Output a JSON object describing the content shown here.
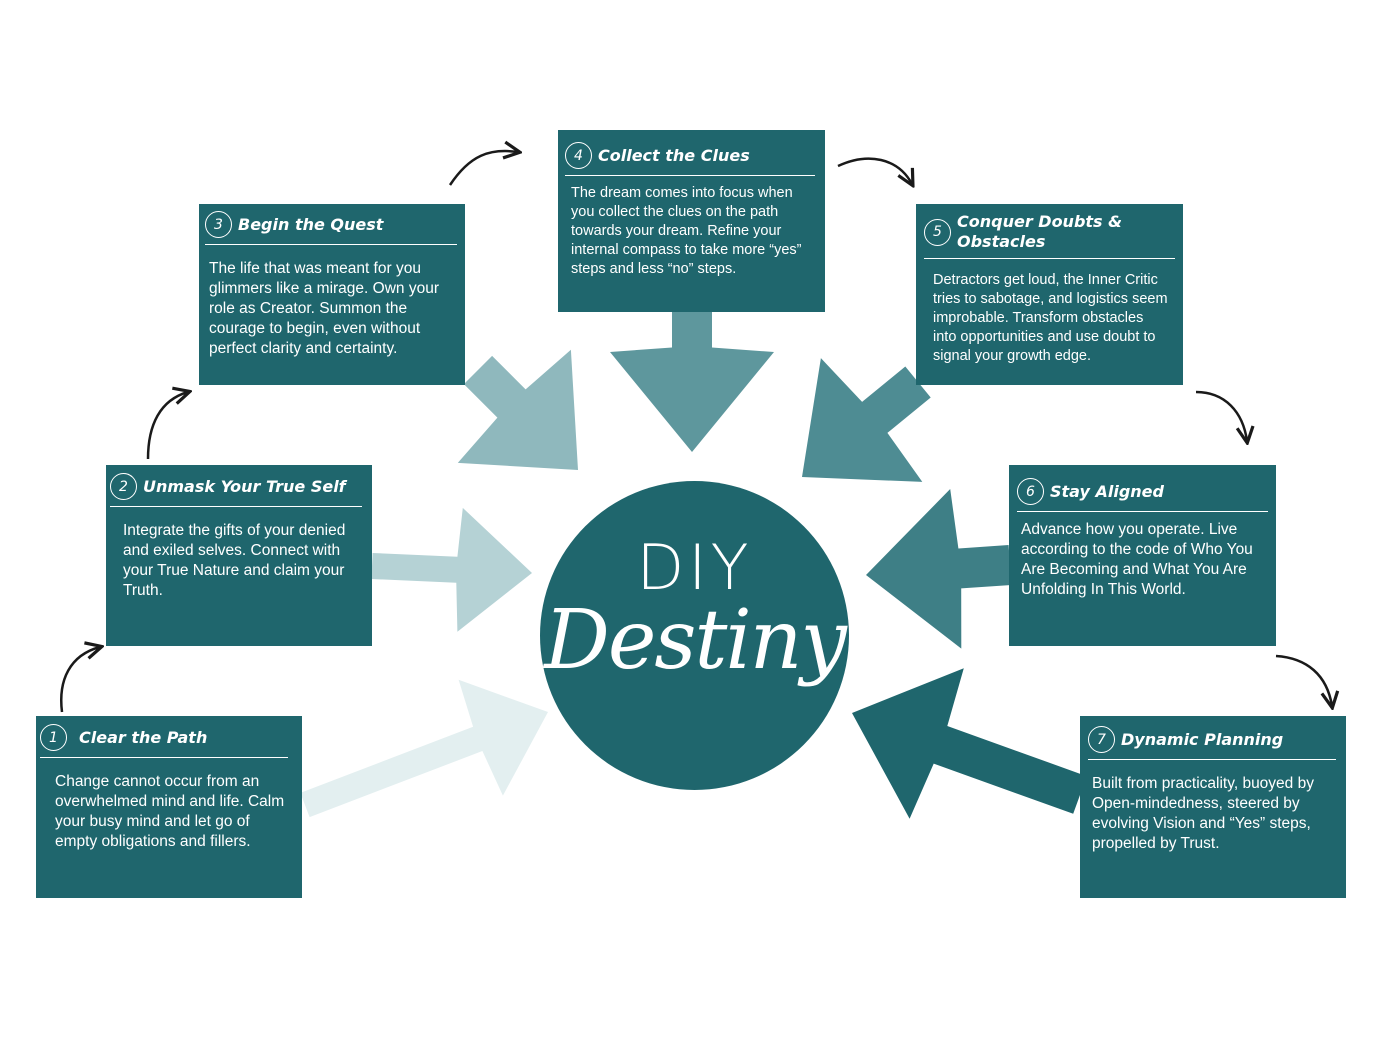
{
  "center": {
    "line1": "DIY",
    "line2": "Destiny"
  },
  "steps": [
    {
      "number": "1",
      "title": "Clear the Path",
      "body": "Change cannot occur from an overwhelmed mind and life. Calm your busy mind and let go of empty obligations and fillers."
    },
    {
      "number": "2",
      "title": "Unmask Your True Self",
      "body": "Integrate the gifts of your denied and exiled selves. Connect with your True Nature and claim your Truth."
    },
    {
      "number": "3",
      "title": "Begin the Quest",
      "body": "The life that was meant for you glimmers like a mirage. Own your role as Creator. Summon the courage to begin, even without perfect clarity and certainty."
    },
    {
      "number": "4",
      "title": "Collect the Clues",
      "body": "The dream comes into focus when you collect the clues on the path towards your dream. Refine your internal compass to take more “yes” steps and less “no” steps."
    },
    {
      "number": "5",
      "title": "Conquer Doubts & Obstacles",
      "body": "Detractors get loud, the Inner Critic tries to sabotage, and logistics seem improbable. Transform obstacles into opportunities and use doubt to signal your growth edge."
    },
    {
      "number": "6",
      "title": "Stay Aligned",
      "body": "Advance how you operate. Live according to the code of Who You Are Becoming and What You Are Unfolding In This World."
    },
    {
      "number": "7",
      "title": "Dynamic Planning",
      "body": "Built from practicality, buoyed by Open-mindedness, steered by evolving Vision and “Yes” steps, propelled by Trust."
    }
  ],
  "colors": {
    "box": "#1f666d",
    "arrows": [
      "#e3eff0",
      "#b5d2d5",
      "#8fb8bd",
      "#5e979d",
      "#4e8c93",
      "#3e7f86",
      "#1f666d"
    ],
    "connector": "#1a1a1a"
  }
}
